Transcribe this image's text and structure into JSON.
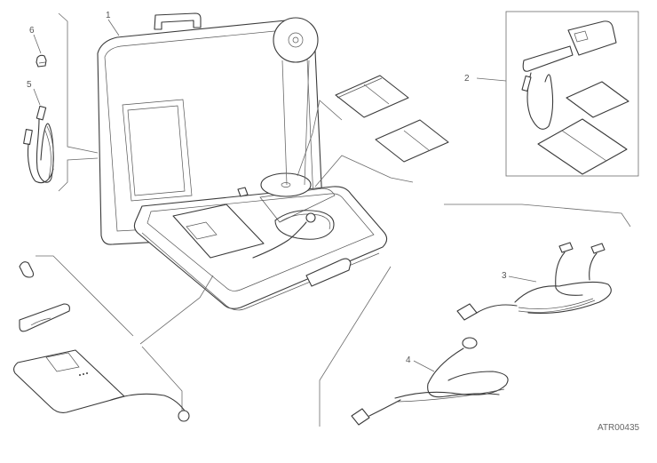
{
  "diagram": {
    "type": "exploded-parts-view",
    "subject": "diagnostic tool kit in carrying case",
    "drawing_code": "ATR00435",
    "callouts": [
      {
        "id": "1",
        "label": "1",
        "part": "carrying-case"
      },
      {
        "id": "2",
        "label": "2",
        "part": "key-interface-kit"
      },
      {
        "id": "3",
        "label": "3",
        "part": "dual-connector-cable"
      },
      {
        "id": "4",
        "label": "4",
        "part": "round-connector-cable"
      },
      {
        "id": "5",
        "label": "5",
        "part": "usb-cable"
      },
      {
        "id": "6",
        "label": "6",
        "part": "adapter-plug"
      }
    ],
    "unlabeled_parts": [
      "cd-disc",
      "manuals",
      "diagnostic-unit",
      "strap",
      "carabiner"
    ]
  }
}
